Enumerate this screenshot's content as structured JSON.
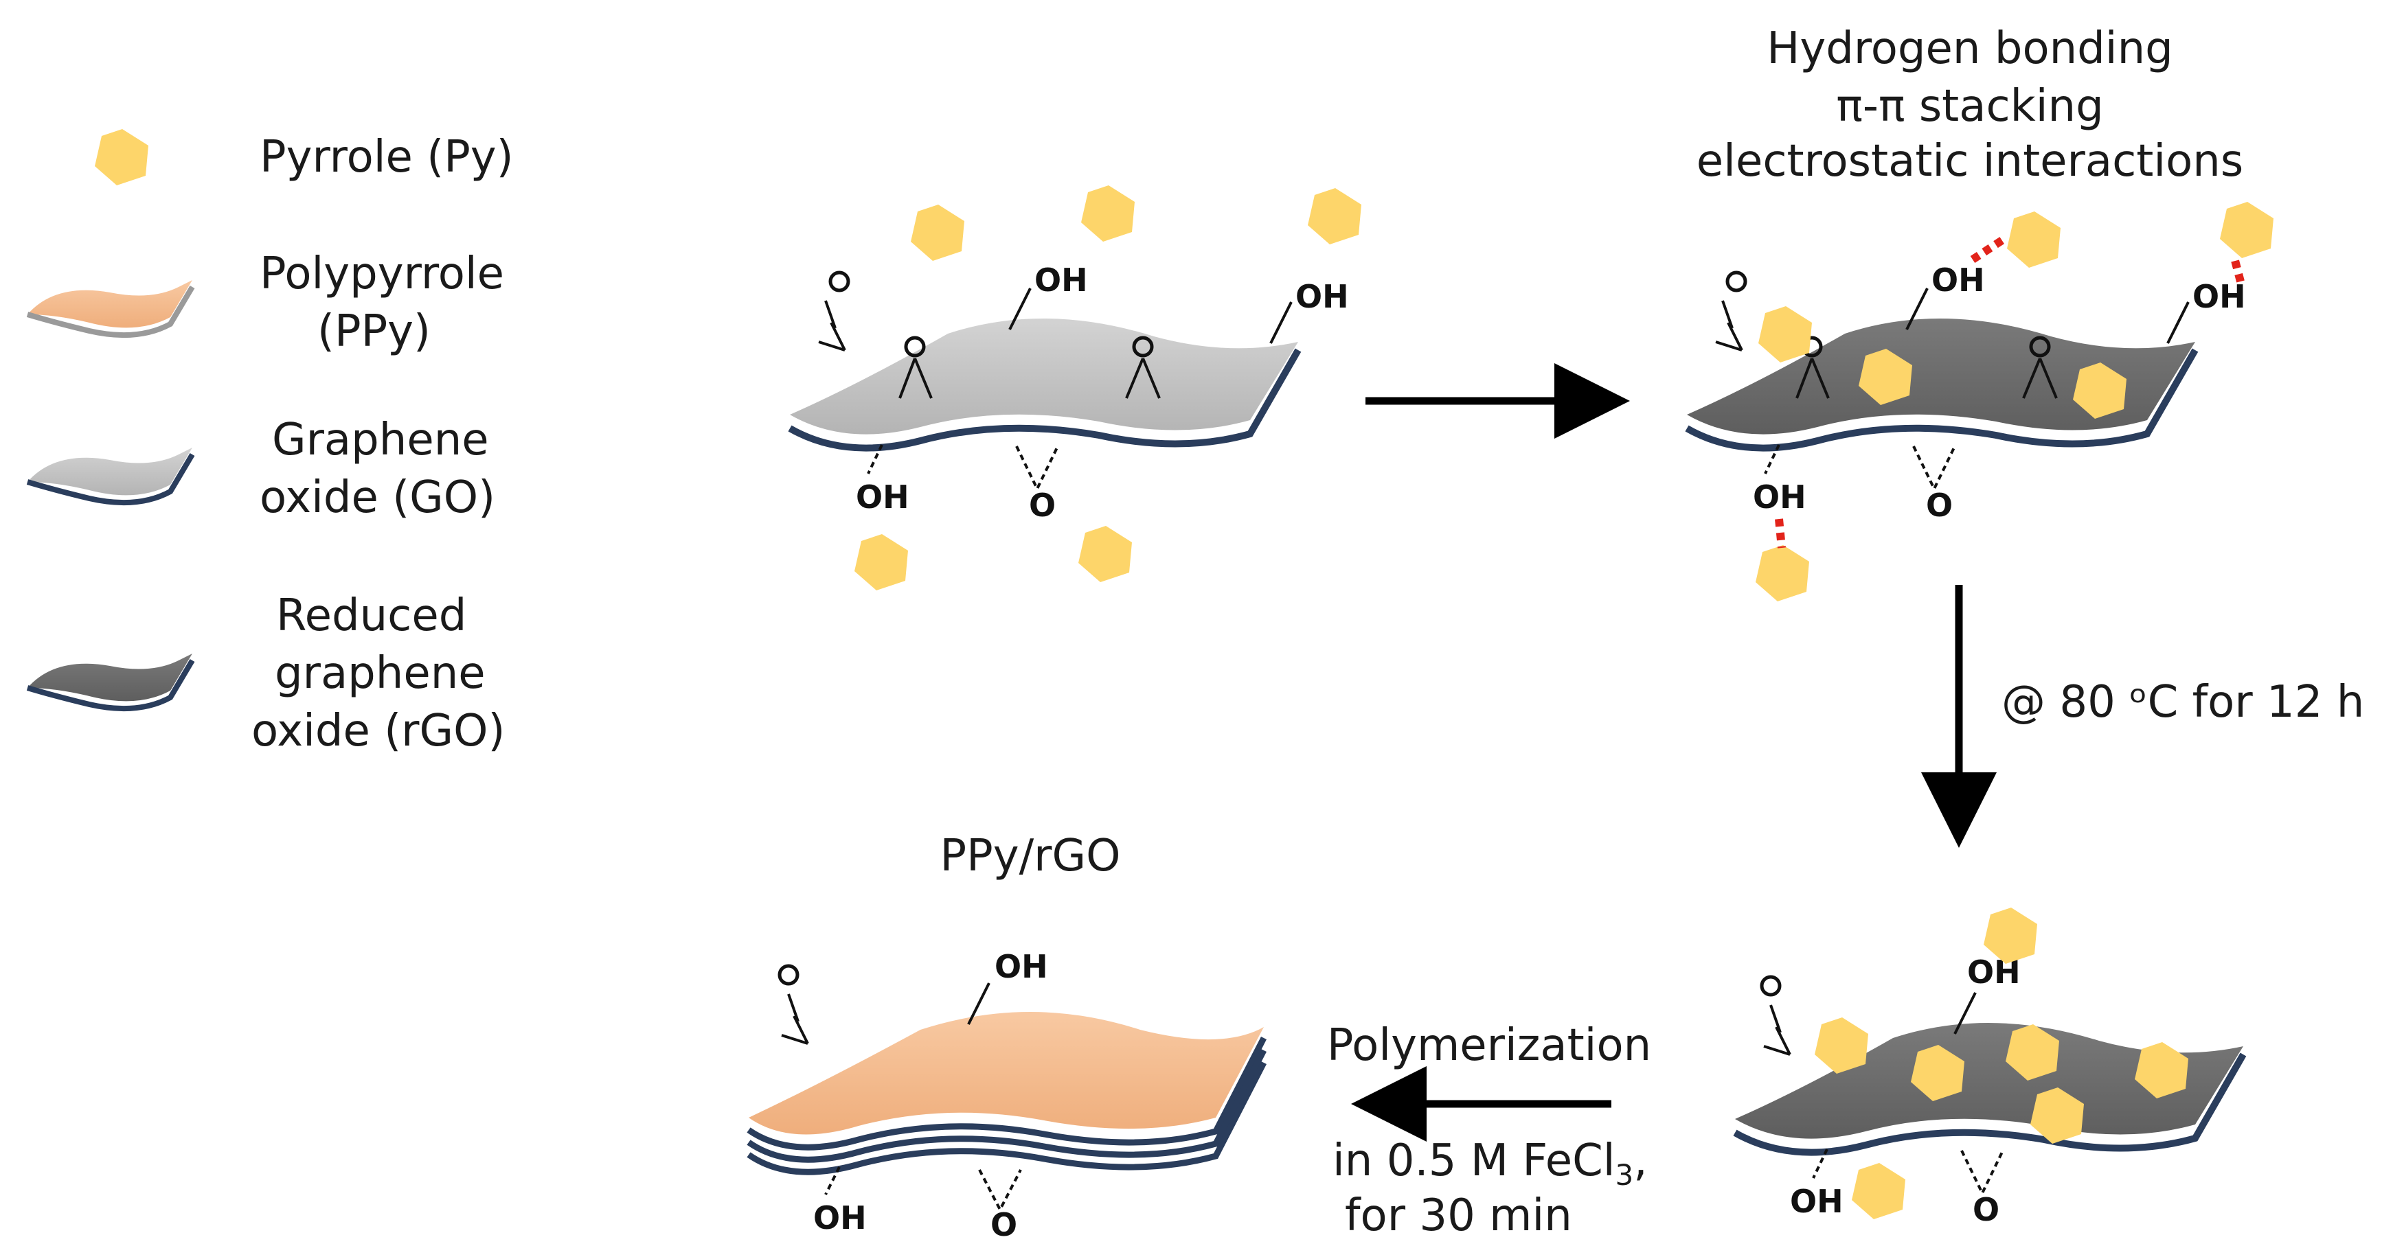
{
  "legend": {
    "pyrrole": "Pyrrole (Py)",
    "ppy_line1": "Polypyrrole",
    "ppy_line2": "(PPy)",
    "go_line1": "Graphene",
    "go_line2": "oxide (GO)",
    "rgo_line1": "Reduced",
    "rgo_line2": "graphene",
    "rgo_line3": "oxide (rGO)"
  },
  "interactions": {
    "line1": "Hydrogen bonding",
    "line2": "π-π stacking",
    "line3": "electrostatic interactions"
  },
  "step_heat": "@ 80 ᵒC for 12 h",
  "polymerization": {
    "title": "Polymerization",
    "cond1": "in 0.5 M FeCl",
    "cond1_sub": "3",
    "cond1_end": ",",
    "cond2": "for 30 min"
  },
  "product_label": "PPy/rGO",
  "groups": {
    "oh": "OH",
    "o": "O"
  },
  "colors": {
    "pyrrole": "#FDD56A",
    "go_sheet": "#C2C2C2",
    "rgo_sheet": "#6E6E6E",
    "ppy_sheet": "#F4B98A",
    "sheet_edge": "#2A3D5C",
    "hbond": "#E2231A"
  }
}
